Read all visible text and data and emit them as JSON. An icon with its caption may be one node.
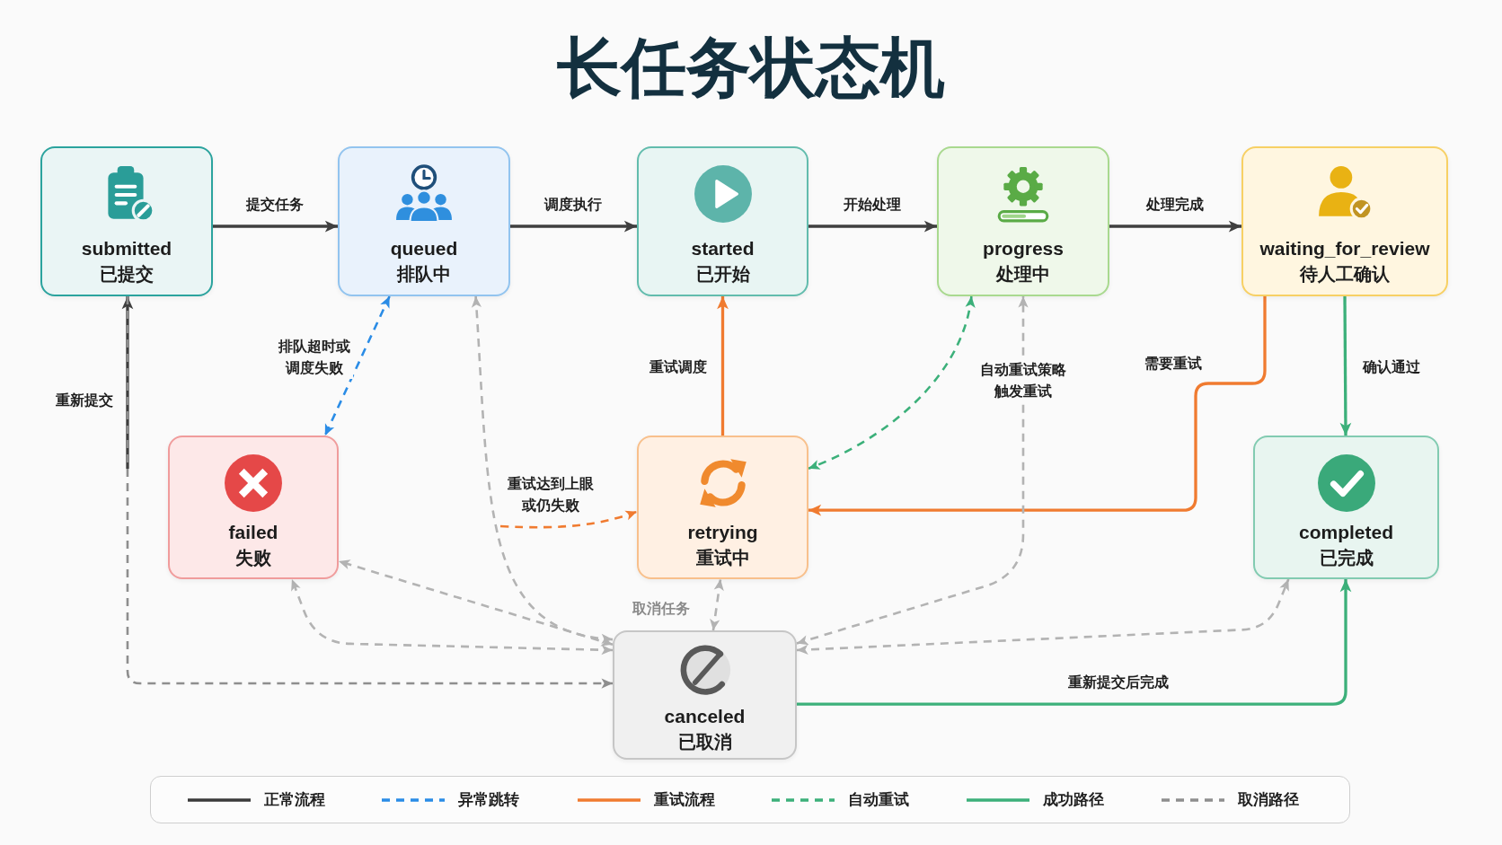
{
  "diagram": {
    "title": "长任务状态机",
    "nodes": [
      {
        "text": [
          "submitted",
          "已提交"
        ]
      },
      {
        "text": [
          "queued",
          "排队中"
        ]
      },
      {
        "text": [
          "started",
          "已开始"
        ]
      },
      {
        "text": [
          "progress",
          "处理中"
        ]
      },
      {
        "text": [
          "waiting_for_review",
          "待人工确认"
        ]
      },
      {
        "text": [
          "failed",
          "失败"
        ]
      },
      {
        "text": [
          "retrying",
          "重试中"
        ]
      },
      {
        "text": [
          "completed",
          "已完成"
        ]
      },
      {
        "text": [
          "canceled",
          "已取消"
        ]
      }
    ],
    "edges": [
      {
        "from": 0,
        "to": 1,
        "arrow": "to",
        "label": "提交任务",
        "color": "#3f3f3f"
      },
      {
        "from": 1,
        "to": 2,
        "arrow": "to",
        "label": "调度执行",
        "color": "#3f3f3f"
      },
      {
        "from": 2,
        "to": 3,
        "arrow": "to",
        "label": "开始处理",
        "color": "#3f3f3f"
      },
      {
        "from": 3,
        "to": 4,
        "arrow": "to",
        "label": "处理完成",
        "color": "#3f3f3f"
      },
      {
        "from": 1,
        "to": 5,
        "arrow": "both",
        "label": "排队超时或调度失败",
        "style": "dashed",
        "color": "#2a8ce6"
      },
      {
        "from": 6,
        "to": 2,
        "arrow": "to",
        "label": "重试调度",
        "color": "#f07b30"
      },
      {
        "from": 3,
        "to": 6,
        "arrow": "both",
        "style": "dashed",
        "color": "#3cb07a"
      },
      {
        "from": 4,
        "to": 6,
        "arrow": "to",
        "label": "需要重试",
        "color": "#f07b30"
      },
      {
        "from": 4,
        "to": 7,
        "arrow": "to",
        "label": "确认通过",
        "color": "#3cb07a"
      },
      {
        "from": null,
        "to": 6,
        "arrow": "to",
        "label": "重试达到上眼或仍失败",
        "style": "dashed",
        "color": "#f07b30"
      },
      {
        "from": 8,
        "to": 7,
        "arrow": "to",
        "label": "重新提交后完成",
        "color": "#3cb07a"
      },
      {
        "from": null,
        "to": 0,
        "arrow": "to",
        "label": "重新提交",
        "color": "#3f3f3f"
      },
      {
        "from": 0,
        "to": 8,
        "arrow": "to",
        "style": "dashed",
        "color": "#8e8e8e"
      },
      {
        "from": 8,
        "to": 5,
        "arrow": "both",
        "style": "dashed"
      },
      {
        "from": 8,
        "to": 5,
        "arrow": "both",
        "style": "dashed"
      },
      {
        "from": 8,
        "to": 1,
        "arrow": "both",
        "style": "dashed"
      },
      {
        "from": 8,
        "to": 6,
        "arrow": "both",
        "label": "取消任务",
        "style": "dashed"
      },
      {
        "from": 8,
        "to": 3,
        "arrow": "both",
        "label": "自动重试策略触发重试",
        "style": "dashed"
      },
      {
        "from": 8,
        "to": 7,
        "arrow": "both",
        "style": "dashed"
      }
    ],
    "legend": [
      {
        "text": "正常流程"
      },
      {
        "text": "异常跳转"
      },
      {
        "text": "重试流程"
      },
      {
        "text": "自动重试"
      },
      {
        "text": "成功路径"
      },
      {
        "text": "取消路径"
      }
    ]
  }
}
